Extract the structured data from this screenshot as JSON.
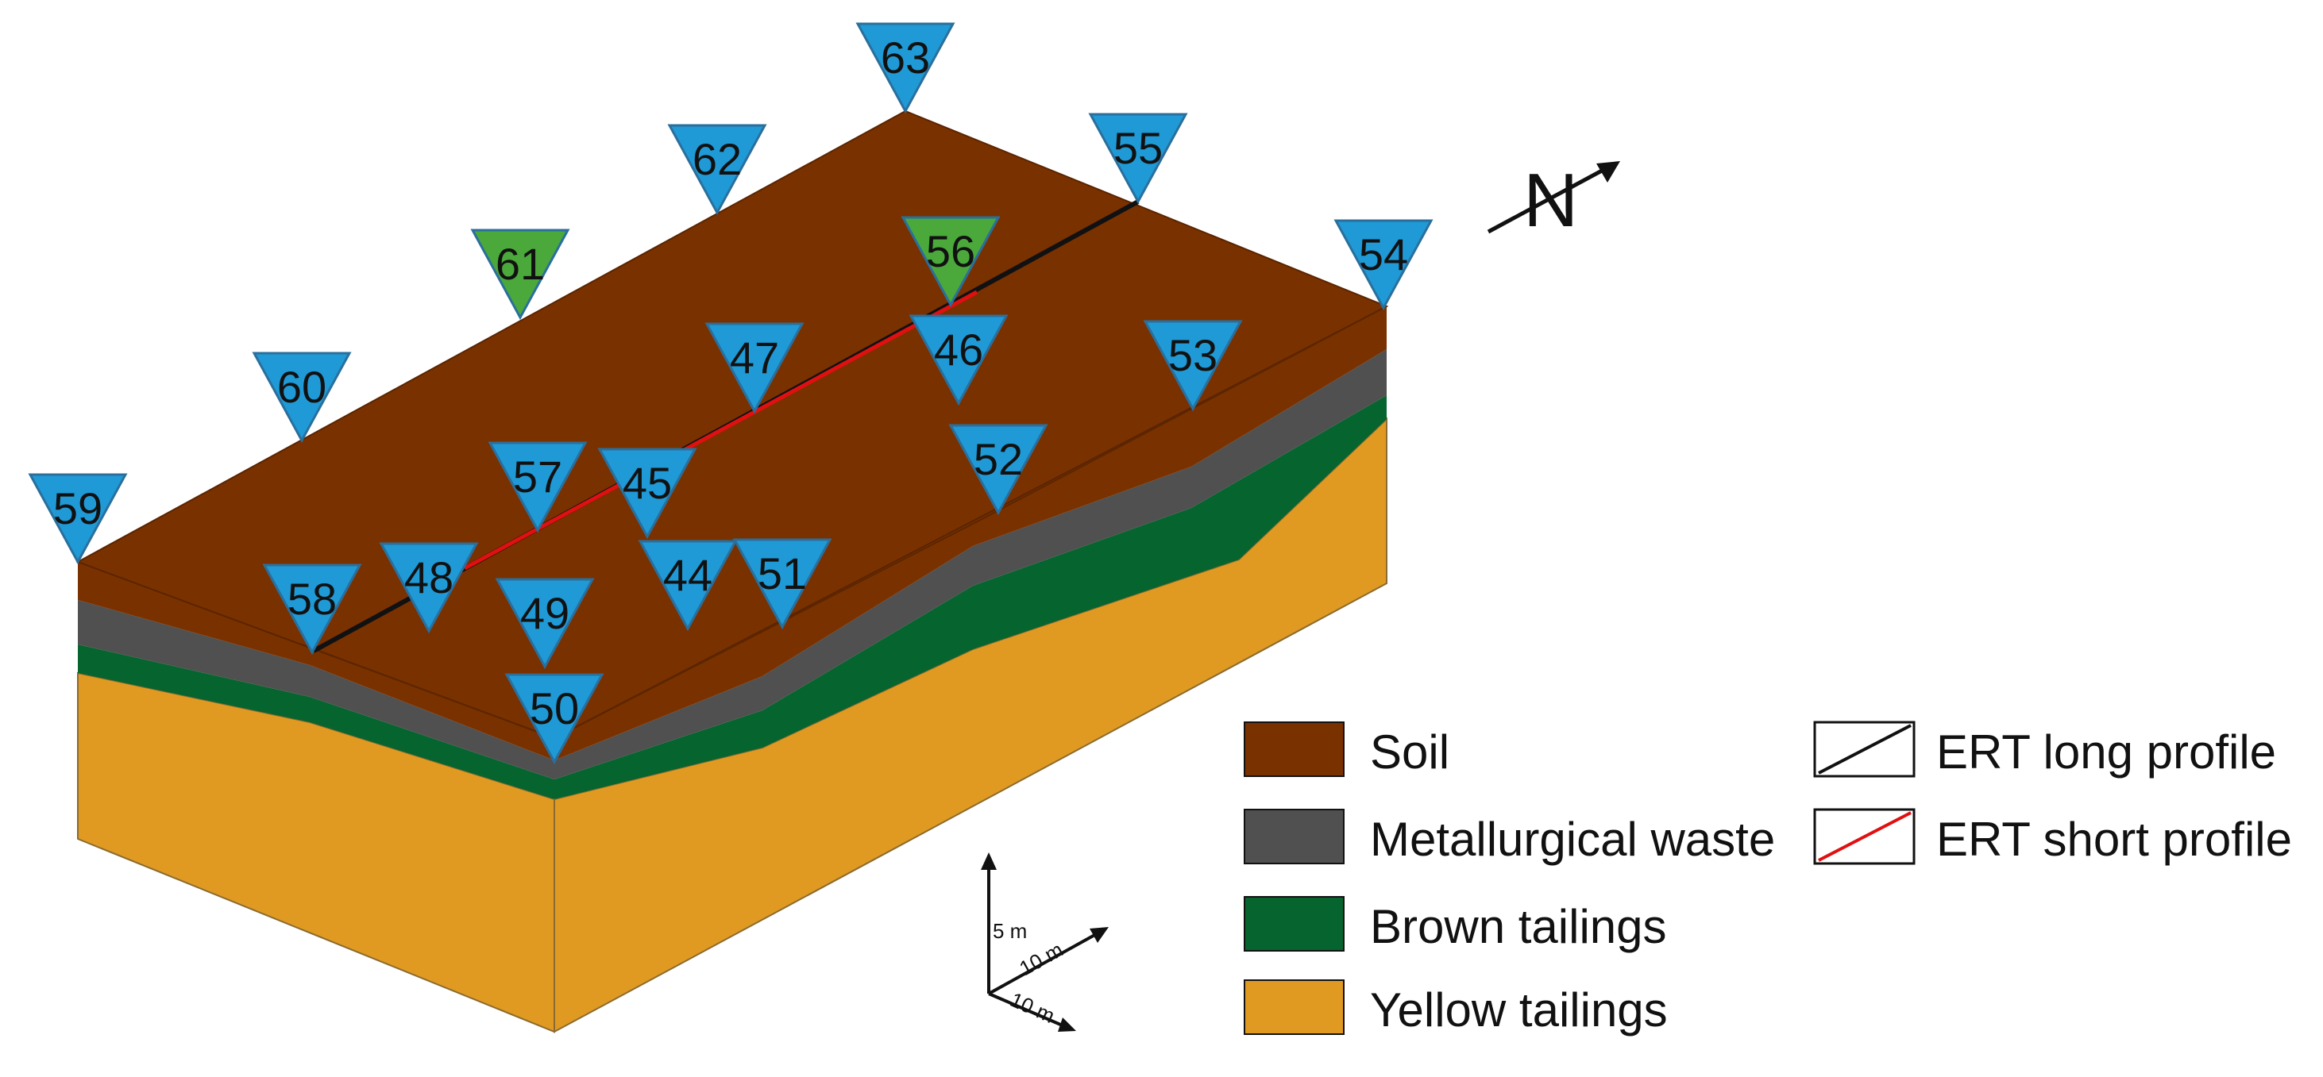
{
  "legend": {
    "layers": [
      {
        "label": "Soil",
        "color": "#7a3100"
      },
      {
        "label": "Metallurgical waste",
        "color": "#505050"
      },
      {
        "label": "Brown tailings",
        "color": "#06642e"
      },
      {
        "label": "Yellow tailings",
        "color": "#e09a22"
      }
    ],
    "profiles": [
      {
        "label": "ERT long profile",
        "color": "#111111"
      },
      {
        "label": "ERT short profile",
        "color": "#e01010"
      }
    ]
  },
  "north": {
    "label": "N"
  },
  "scale": {
    "vertical": "5 m",
    "east": "10 m",
    "south": "10 m"
  },
  "markers": [
    {
      "id": "63",
      "kind": "blue"
    },
    {
      "id": "62",
      "kind": "blue"
    },
    {
      "id": "55",
      "kind": "blue"
    },
    {
      "id": "61",
      "kind": "green"
    },
    {
      "id": "56",
      "kind": "green"
    },
    {
      "id": "54",
      "kind": "blue"
    },
    {
      "id": "60",
      "kind": "blue"
    },
    {
      "id": "47",
      "kind": "blue"
    },
    {
      "id": "46",
      "kind": "blue"
    },
    {
      "id": "53",
      "kind": "blue"
    },
    {
      "id": "59",
      "kind": "blue"
    },
    {
      "id": "57",
      "kind": "blue"
    },
    {
      "id": "45",
      "kind": "blue"
    },
    {
      "id": "52",
      "kind": "blue"
    },
    {
      "id": "48",
      "kind": "blue"
    },
    {
      "id": "58",
      "kind": "blue"
    },
    {
      "id": "44",
      "kind": "blue"
    },
    {
      "id": "51",
      "kind": "blue"
    },
    {
      "id": "49",
      "kind": "blue"
    },
    {
      "id": "50",
      "kind": "blue"
    }
  ],
  "colors": {
    "marker_blue": "#1f9ad6",
    "marker_green": "#4aa93a",
    "marker_stroke": "#2a6f9c"
  }
}
